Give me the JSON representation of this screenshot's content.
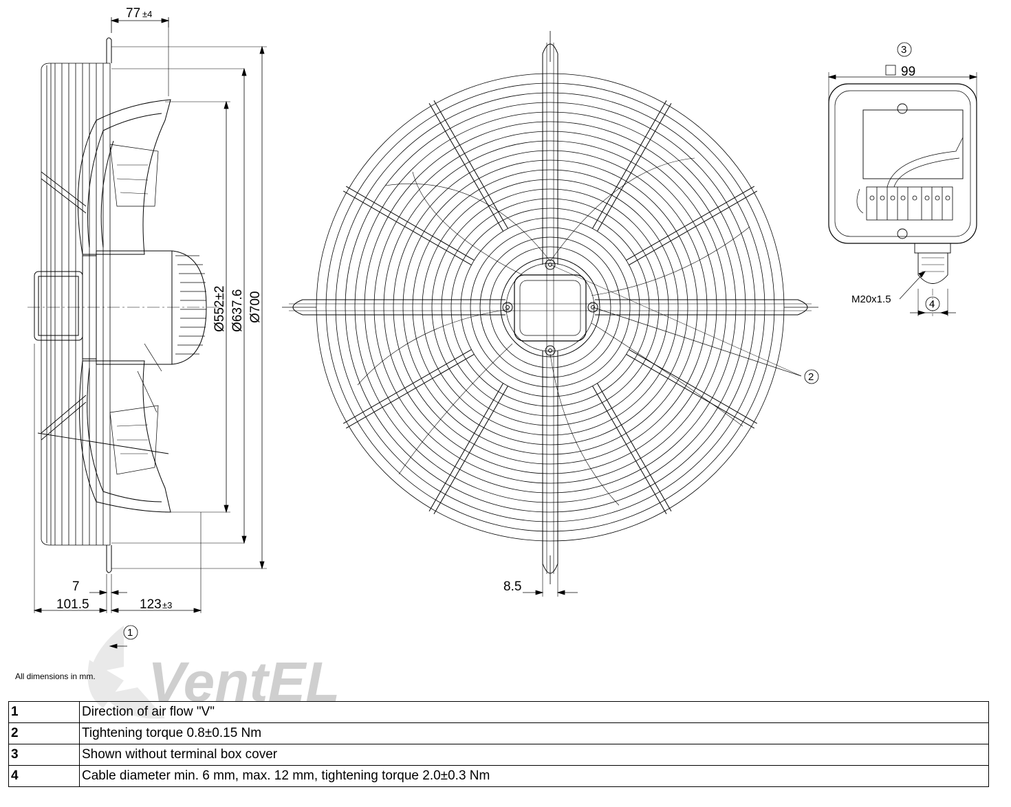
{
  "dimensions": {
    "d77": "77",
    "d77_tol": "±4",
    "d552": "Ø552±2",
    "d637": "Ø637.6",
    "d700": "Ø700",
    "d7": "7",
    "d101": "101.5",
    "d123": "123",
    "d123_tol": "±3",
    "d85": "8.5",
    "d99": "99",
    "thread": "M20x1.5"
  },
  "callouts": [
    "1",
    "2",
    "3",
    "4"
  ],
  "note": "All dimensions in mm.",
  "watermark": "VentEL",
  "legend": [
    {
      "num": "1",
      "text": "Direction of air flow \"V\""
    },
    {
      "num": "2",
      "text": "Tightening torque 0.8±0.15 Nm"
    },
    {
      "num": "3",
      "text": "Shown without terminal box cover"
    },
    {
      "num": "4",
      "text": "Cable diameter min. 6 mm, max. 12 mm, tightening torque 2.0±0.3 Nm"
    }
  ],
  "colors": {
    "line": "#000000",
    "watermark_grey": "#c8c8c8",
    "watermark_blue": "#b9d3ec"
  }
}
